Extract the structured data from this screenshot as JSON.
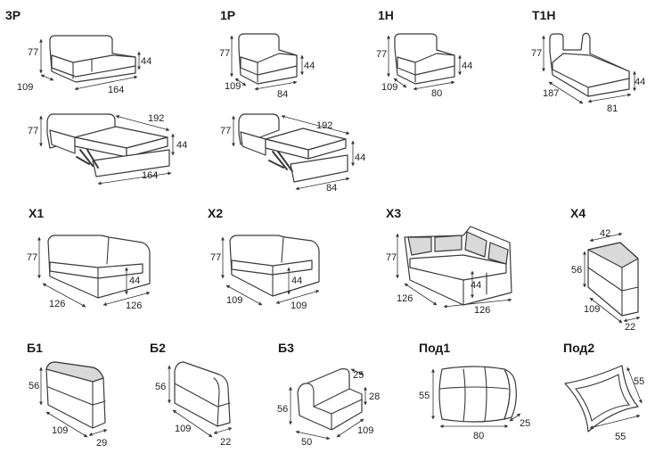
{
  "modules": [
    {
      "id": "3p",
      "code": "3Р",
      "dims": {
        "height": "77",
        "seat": "44",
        "depth": "109",
        "width": "164"
      }
    },
    {
      "id": "1p",
      "code": "1Р",
      "dims": {
        "height": "77",
        "seat": "44",
        "depth": "109",
        "width": "84"
      }
    },
    {
      "id": "1h",
      "code": "1Н",
      "dims": {
        "height": "77",
        "seat": "44",
        "depth": "109",
        "width": "80"
      }
    },
    {
      "id": "t1h",
      "code": "Т1Н",
      "dims": {
        "height": "77",
        "seat": "44",
        "depth": "187",
        "width": "81"
      }
    },
    {
      "id": "3p-open",
      "code": "",
      "dims": {
        "height": "77",
        "seat": "44",
        "length": "192",
        "width": "164"
      }
    },
    {
      "id": "1p-open",
      "code": "",
      "dims": {
        "height": "77",
        "seat": "44",
        "length": "192",
        "width": "84"
      }
    },
    {
      "id": "x1",
      "code": "Х1",
      "dims": {
        "height": "77",
        "seat": "44",
        "depth": "126",
        "width": "126"
      }
    },
    {
      "id": "x2",
      "code": "Х2",
      "dims": {
        "height": "77",
        "seat": "44",
        "depth": "109",
        "width": "109"
      }
    },
    {
      "id": "x3",
      "code": "Х3",
      "dims": {
        "height": "77",
        "seat": "44",
        "depth": "126",
        "width": "126"
      }
    },
    {
      "id": "x4",
      "code": "Х4",
      "dims": {
        "top": "42",
        "height": "56",
        "depth": "109",
        "width": "22"
      }
    },
    {
      "id": "b1",
      "code": "Б1",
      "dims": {
        "height": "56",
        "depth": "109",
        "width": "29"
      }
    },
    {
      "id": "b2",
      "code": "Б2",
      "dims": {
        "height": "56",
        "depth": "109",
        "width": "22"
      }
    },
    {
      "id": "b3",
      "code": "Б3",
      "dims": {
        "back": "25",
        "step": "28",
        "height": "56",
        "width": "50",
        "depth": "109"
      }
    },
    {
      "id": "pod1",
      "code": "Под1",
      "dims": {
        "height": "55",
        "width": "80",
        "thick": "25"
      }
    },
    {
      "id": "pod2",
      "code": "Под2",
      "dims": {
        "side": "55",
        "bottom": "55"
      }
    }
  ],
  "colors": {
    "line": "#3a3a3a",
    "shade": "#d9d9d9",
    "text": "#1a1a1a"
  }
}
